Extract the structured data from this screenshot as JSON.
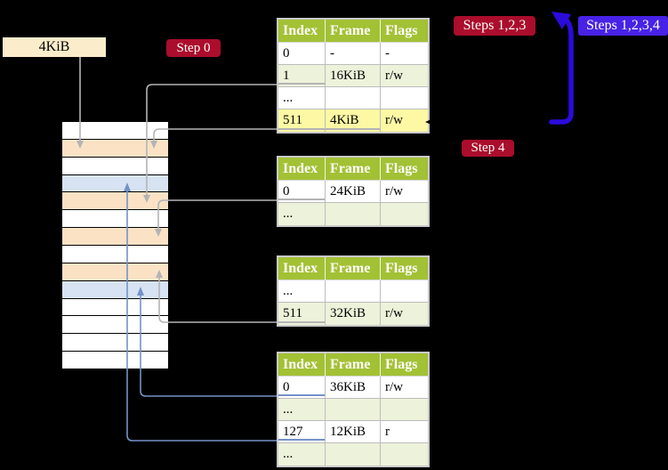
{
  "colors": {
    "badge_red": "#ab0d2c",
    "badge_blue": "#4822e6",
    "arrow_blue": "#2a0bdb",
    "header_green": "#a3c135",
    "shade_green": "#edf2da",
    "highlight_yellow": "#fdf8a4",
    "cream": "#fbeccb",
    "connector_gray": "#b4b4b6",
    "connector_blue": "#7492c7",
    "strip_white": "#ffffff",
    "strip_orange": "#fbe2c5",
    "strip_blue": "#d7e3f3"
  },
  "labels": {
    "frame_size_box": "4KiB",
    "step0": "Step 0",
    "steps123": "Steps 1,2,3",
    "steps1234": "Steps 1,2,3,4",
    "step4": "Step 4"
  },
  "memory_strip": {
    "rows": [
      "white",
      "orange",
      "white",
      "blue",
      "orange",
      "white",
      "orange",
      "white",
      "orange",
      "blue",
      "white",
      "white",
      "white",
      "white"
    ]
  },
  "tables": [
    {
      "name": "page-table-level-4",
      "headers": [
        "Index",
        "Frame",
        "Flags"
      ],
      "rows": [
        {
          "cells": [
            "0",
            "-",
            "-"
          ],
          "shade": false
        },
        {
          "cells": [
            "1",
            "16KiB",
            "r/w"
          ],
          "shade": true,
          "underline": {
            "cols": [
              0
            ],
            "color": "gray"
          }
        },
        {
          "cells": [
            "...",
            "",
            ""
          ],
          "shade": false
        },
        {
          "cells": [
            "511",
            "4KiB",
            "r/w"
          ],
          "shade": true,
          "highlight": [
            0,
            1,
            2
          ],
          "underline": {
            "cols": [
              0,
              1
            ],
            "color": "gray"
          }
        }
      ]
    },
    {
      "name": "page-table-level-3",
      "headers": [
        "Index",
        "Frame",
        "Flags"
      ],
      "rows": [
        {
          "cells": [
            "0",
            "24KiB",
            "r/w"
          ],
          "shade": false,
          "underline": {
            "cols": [
              0
            ],
            "color": "gray"
          }
        },
        {
          "cells": [
            "...",
            "",
            ""
          ],
          "shade": true
        }
      ]
    },
    {
      "name": "page-table-level-2",
      "headers": [
        "Index",
        "Frame",
        "Flags"
      ],
      "rows": [
        {
          "cells": [
            "...",
            "",
            ""
          ],
          "shade": false
        },
        {
          "cells": [
            "511",
            "32KiB",
            "r/w"
          ],
          "shade": true,
          "underline": {
            "cols": [
              0
            ],
            "color": "gray"
          }
        }
      ]
    },
    {
      "name": "page-table-level-1",
      "headers": [
        "Index",
        "Frame",
        "Flags"
      ],
      "rows": [
        {
          "cells": [
            "0",
            "36KiB",
            "r/w"
          ],
          "shade": false,
          "underline": {
            "cols": [
              0
            ],
            "color": "blue"
          }
        },
        {
          "cells": [
            "...",
            "",
            ""
          ],
          "shade": true
        },
        {
          "cells": [
            "127",
            "12KiB",
            "r"
          ],
          "shade": false,
          "underline": {
            "cols": [
              0
            ],
            "color": "blue"
          }
        },
        {
          "cells": [
            "...",
            "",
            ""
          ],
          "shade": true
        }
      ]
    }
  ]
}
